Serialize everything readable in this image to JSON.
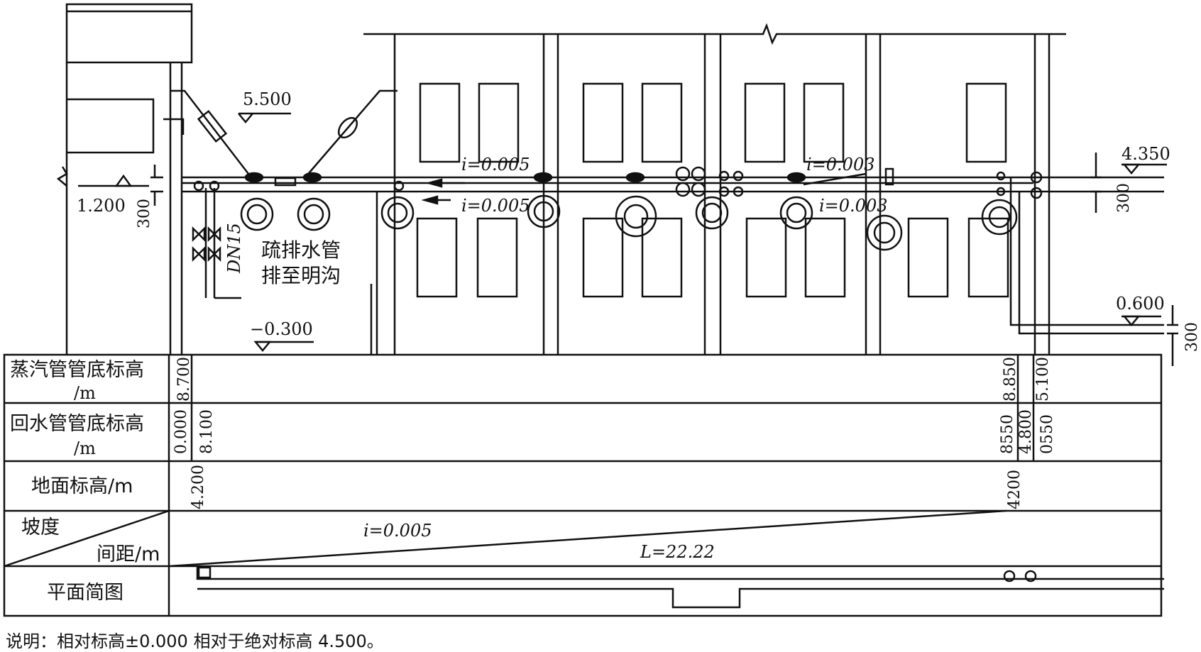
{
  "drawing": {
    "elevations": {
      "e5500": "5.500",
      "e1200": "1.200",
      "e4350": "4.350",
      "em0300": "−0.300",
      "e0600": "0.600"
    },
    "slopes": {
      "upper_1": "i=0.005",
      "lower_1": "i=0.005",
      "upper_2": "i=0.003",
      "lower_2": "i=0.003"
    },
    "dims": {
      "d300": "300"
    },
    "labels": {
      "dn15": "DN15",
      "drain_1": "疏排水管",
      "drain_2": "排至明沟"
    }
  },
  "table": {
    "rows": {
      "steam": {
        "label1": "蒸汽管管底标高",
        "label2": "/m",
        "v_left": "8.700",
        "v_right_a": "8.850",
        "v_right_b": "5.100"
      },
      "return": {
        "label1": "回水管管底标高",
        "label2": "/m",
        "v_left_a": "0.000",
        "v_left_b": "8.100",
        "v_right_a": "8550",
        "v_right_b": "4.800",
        "v_right_c": "0550"
      },
      "ground": {
        "label": "地面标高/m",
        "v_left": "4.200",
        "v_right": "4200"
      },
      "slope": {
        "label_top": "坡度",
        "label_bottom": "间距/m",
        "slope": "i=0.005",
        "length": "L=22.22"
      },
      "plan": {
        "label": "平面简图"
      }
    }
  },
  "caption": "说明：相对标高±0.000 相对于绝对标高 4.500。"
}
